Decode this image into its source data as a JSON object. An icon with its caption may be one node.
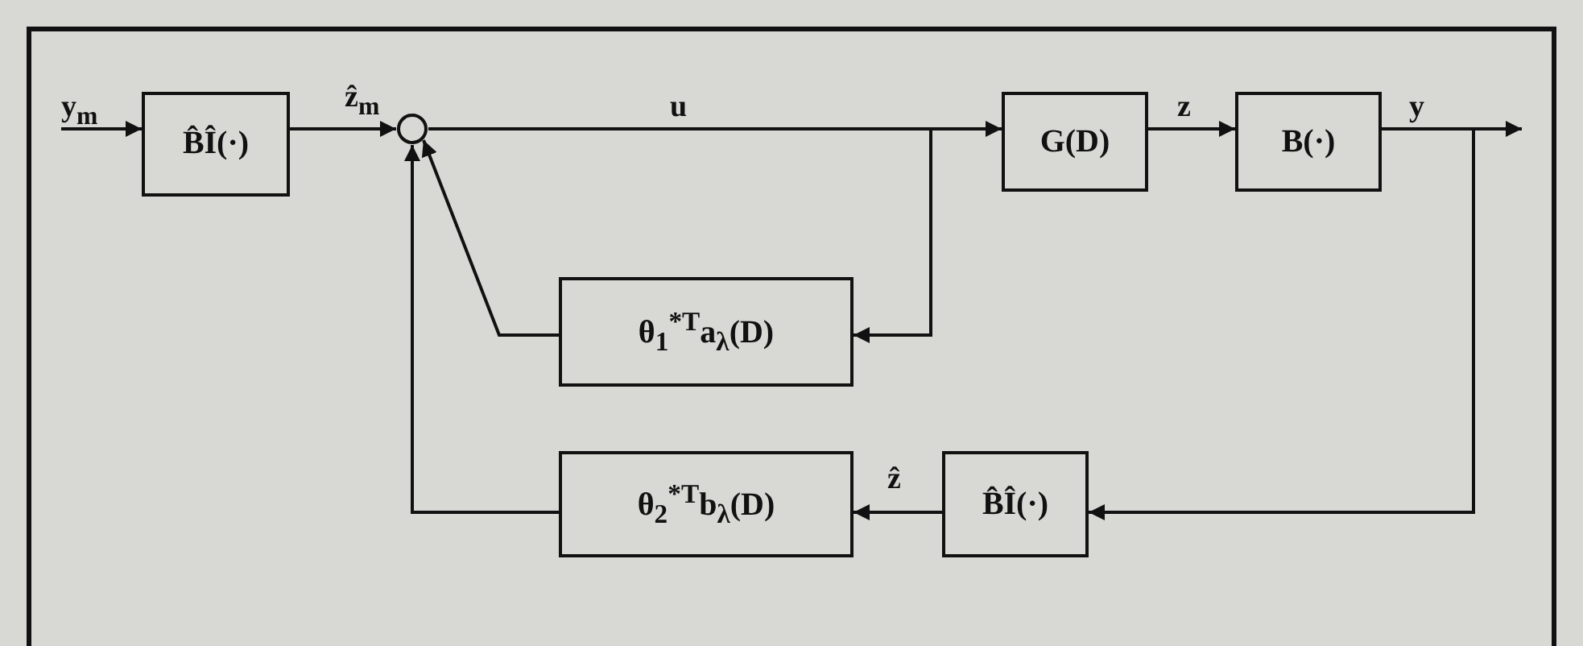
{
  "diagram": {
    "nodes": [
      {
        "text": [
          "B̂Î(·)"
        ]
      },
      {
        "text": [],
        "shape": "circle"
      },
      {
        "text": [
          "G(D)"
        ]
      },
      {
        "text": [
          "B(·)"
        ]
      },
      {
        "text": [
          "θ$_{1}$$^{*T}$a$_{λ}$(D)"
        ]
      },
      {
        "text": [
          "θ$_{2}$$^{*T}$b$_{λ}$(D)"
        ]
      },
      {
        "text": [
          "B̂Î(·)"
        ]
      }
    ],
    "edges": [
      {
        "from": null,
        "to": 0,
        "arrow": "to",
        "label": "y$_{m}$"
      },
      {
        "from": 0,
        "to": 1,
        "arrow": "to",
        "label": "ẑ$_{m}$"
      },
      {
        "from": 1,
        "to": 2,
        "arrow": "to",
        "label": "u"
      },
      {
        "from": 2,
        "to": 3,
        "arrow": "to",
        "label": "z"
      },
      {
        "from": 3,
        "to": null,
        "arrow": "to",
        "label": "y"
      },
      {
        "from": 1,
        "to": 4,
        "arrow": "to"
      },
      {
        "from": 4,
        "to": 1,
        "arrow": "to"
      },
      {
        "from": 3,
        "to": 6,
        "arrow": "to"
      },
      {
        "from": 6,
        "to": 5,
        "arrow": "to",
        "label": "ẑ"
      },
      {
        "from": 5,
        "to": 1,
        "arrow": "to"
      }
    ]
  }
}
